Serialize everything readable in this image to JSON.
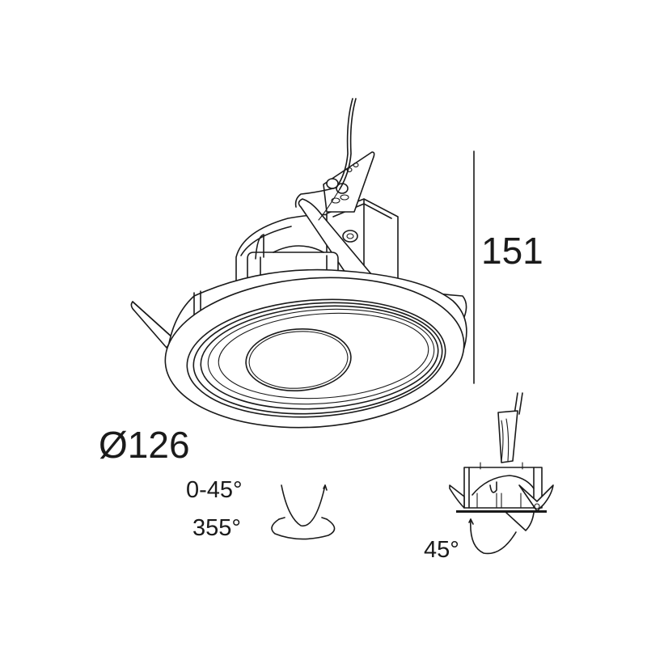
{
  "drawing": {
    "subject": "recessed adjustable downlight",
    "dimensions": {
      "height": "151",
      "diameter": "Ø126"
    },
    "adjustment": {
      "tilt_range": "0-45°",
      "rotation": "355°",
      "detail_tilt": "45°"
    },
    "icons": {
      "tilt": "tilt-arc-icon",
      "rotation": "rotation-ellipse-arrow-icon",
      "detail_tilt": "tilt-arrow-icon"
    },
    "colors": {
      "line": "#1a1a1a",
      "background": "#ffffff"
    }
  }
}
